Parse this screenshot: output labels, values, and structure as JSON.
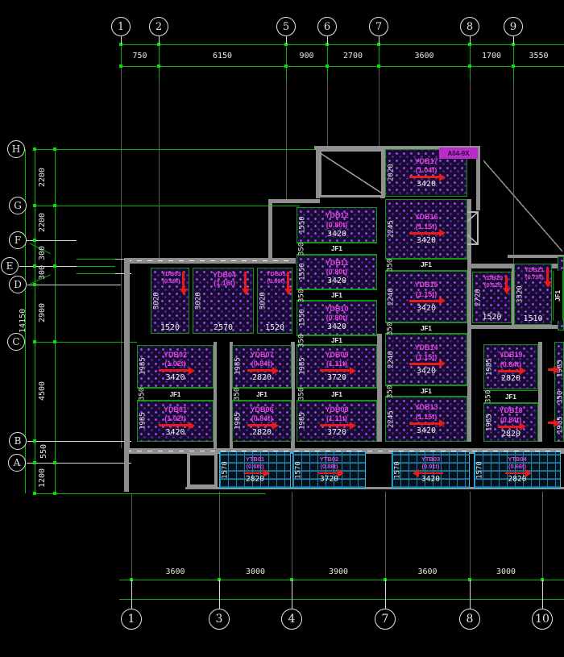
{
  "grid": {
    "top": {
      "bubbles": [
        "1",
        "2",
        "5",
        "6",
        "7",
        "8",
        "9"
      ],
      "dims": [
        "750",
        "6150",
        "900",
        "2700",
        "3600",
        "1700",
        "3550"
      ]
    },
    "bottom": {
      "bubbles": [
        "1",
        "3",
        "4",
        "7",
        "8",
        "10"
      ],
      "dims": [
        "3600",
        "3000",
        "3900",
        "3600",
        "3000"
      ]
    },
    "left": {
      "bubbles": [
        "H",
        "G",
        "F",
        "E",
        "D",
        "C",
        "B",
        "A"
      ],
      "dims": [
        "2200",
        "2200",
        "300",
        "300",
        "2900",
        "4500",
        "550",
        "1200"
      ],
      "total": "14150"
    }
  },
  "slabs": [
    {
      "name": "YDB01",
      "load": "(1.02t)",
      "span": "3420",
      "depth": "1985"
    },
    {
      "name": "YDB02",
      "load": "(1.02t)",
      "span": "3420",
      "depth": "1985"
    },
    {
      "name": "YDB03",
      "load": "(0.69t)",
      "span": "1520",
      "depth": "3020"
    },
    {
      "name": "YDB04",
      "load": "(1.16t)",
      "span": "2570",
      "depth": "3020"
    },
    {
      "name": "YDB05",
      "load": "(0.69t)",
      "span": "1520",
      "depth": "3020"
    },
    {
      "name": "YDB06",
      "load": "(0.84t)",
      "span": "2820",
      "depth": "1985"
    },
    {
      "name": "YDB07",
      "load": "(0.84t)",
      "span": "2820",
      "depth": "1985"
    },
    {
      "name": "YDB08",
      "load": "(1.11t)",
      "span": "3720",
      "depth": "1985"
    },
    {
      "name": "YDB09",
      "load": "(1.11t)",
      "span": "3720",
      "depth": "1985"
    },
    {
      "name": "YDB10",
      "load": "(0.80t)",
      "span": "3420",
      "depth": "1550"
    },
    {
      "name": "YDB11",
      "load": "(0.80t)",
      "span": "3420",
      "depth": "1550"
    },
    {
      "name": "YDB12",
      "load": "(0.80t)",
      "span": "3420",
      "depth": "1550"
    },
    {
      "name": "YDB13",
      "load": "(1.15t)",
      "span": "3420",
      "depth": "2245"
    },
    {
      "name": "YDB14",
      "load": "(1.15t)",
      "span": "3420",
      "depth": "2240"
    },
    {
      "name": "YDB15",
      "load": "(1.15t)",
      "span": "3420",
      "depth": "2240"
    },
    {
      "name": "YDB16",
      "load": "(1.15t)",
      "span": "3420",
      "depth": "2245"
    },
    {
      "name": "YDB17",
      "load": "(1.04t)",
      "span": "3420",
      "depth": "2020"
    },
    {
      "name": "YDB18",
      "load": "(0.84t)",
      "span": "2820",
      "depth": "1985"
    },
    {
      "name": "YDB19",
      "load": "(0.84t)",
      "span": "2820",
      "depth": "1985"
    },
    {
      "name": "YDB20",
      "load": "(0.62t)",
      "span": "1520",
      "depth": "2720"
    },
    {
      "name": "YDB21",
      "load": "(0.75t)",
      "span": "1510",
      "depth": "3320"
    }
  ],
  "balcony": [
    {
      "name": "YTB01",
      "load": "(0.68t)",
      "span": "2820",
      "depth": "1570"
    },
    {
      "name": "YTB02",
      "load": "(0.88t)",
      "span": "3720",
      "depth": "1570"
    },
    {
      "name": "YTB03",
      "load": "(0.91t)",
      "span": "3420",
      "depth": "1570"
    },
    {
      "name": "YTB04",
      "load": "(0.66t)",
      "span": "2820",
      "depth": "1570"
    }
  ],
  "strips": {
    "label": "JF1",
    "dim": "350"
  },
  "edge": {
    "depth": "1985",
    "strip": "350"
  },
  "highlight": {
    "tag": "A04-9X"
  },
  "colors": {
    "grid_green": "#00b400",
    "wall_gray": "#8e8e8e",
    "slab_dot_violet": "#9d54ef",
    "label_magenta": "#e243e2",
    "dim_white": "#e6e6e6",
    "arrow_red": "#ea1a1a",
    "balcony_cyan": "#35b9e3",
    "highlight_magenta": "#b92cc9"
  }
}
